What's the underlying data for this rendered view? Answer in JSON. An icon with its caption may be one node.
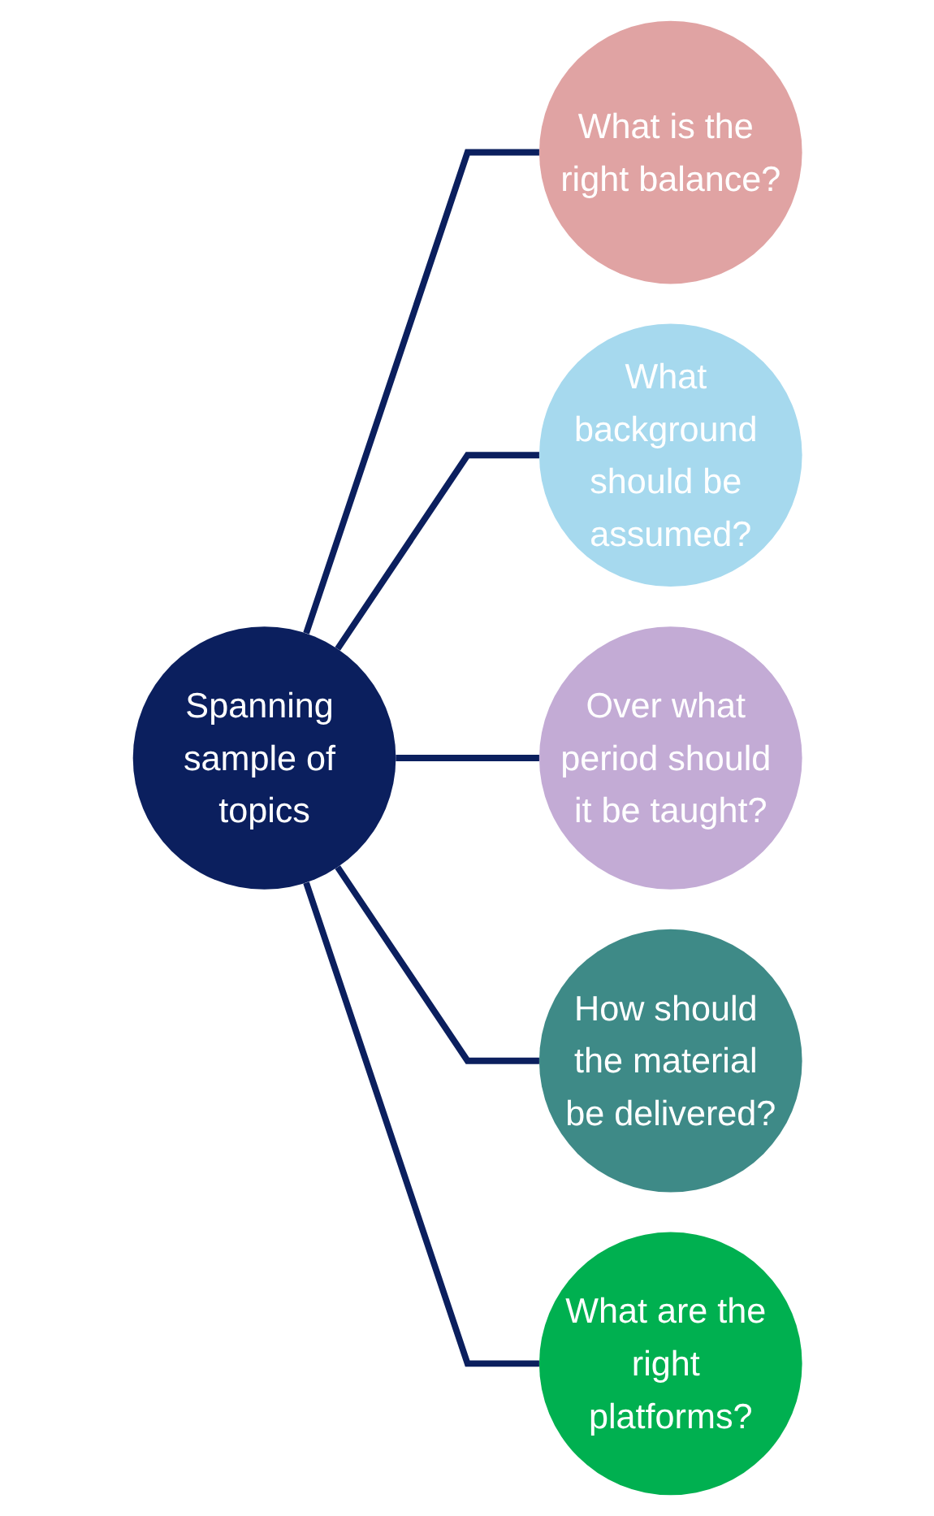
{
  "diagram": {
    "nodes": [
      {
        "text": [
          "What is the right balance?"
        ]
      },
      {
        "text": [
          "What background should be assumed?"
        ]
      },
      {
        "text": [
          "Spanning sample of topics"
        ]
      },
      {
        "text": [
          "Over what period should it be taught?"
        ]
      },
      {
        "text": [
          "How should the material be delivered?"
        ]
      },
      {
        "text": [
          "What are the right platforms?"
        ]
      }
    ],
    "edges": [
      {
        "from": 2,
        "to": 0,
        "arrow": "none"
      },
      {
        "from": 2,
        "to": 1,
        "arrow": "none"
      },
      {
        "from": 2,
        "to": 3,
        "arrow": "none"
      },
      {
        "from": 2,
        "to": 4,
        "arrow": "none"
      },
      {
        "from": 2,
        "to": 5,
        "arrow": "none"
      }
    ]
  }
}
